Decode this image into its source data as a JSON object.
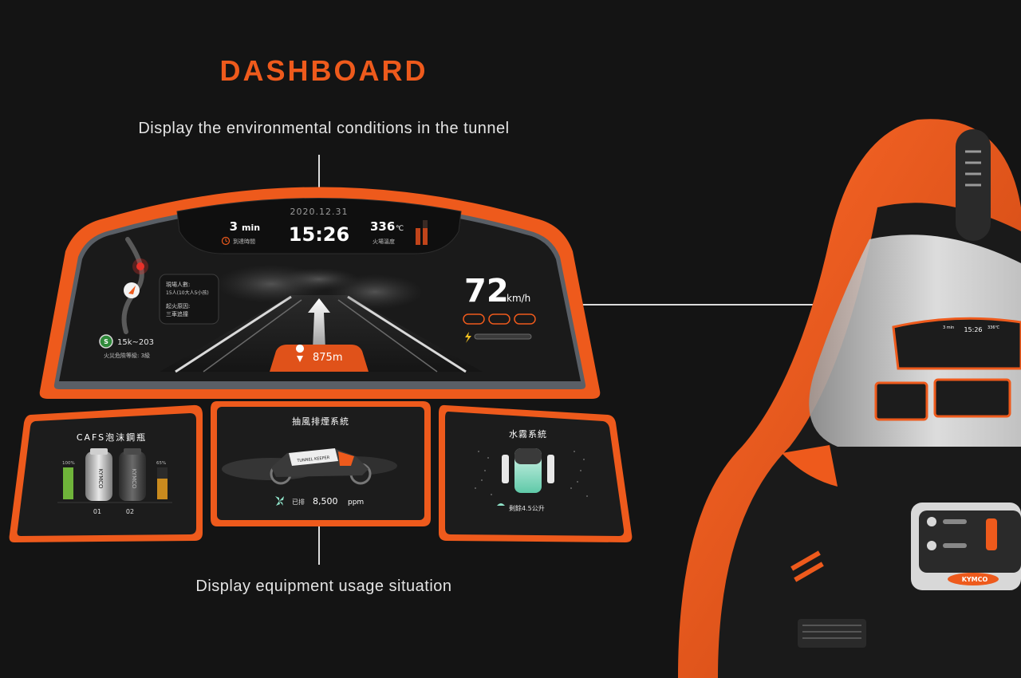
{
  "heading": "DASHBOARD",
  "callouts": {
    "top": "Display the environmental conditions in the tunnel",
    "bottom": "Display equipment usage situation"
  },
  "main_display": {
    "date": "2020.12.31",
    "time": "15:26",
    "eta_value": "3",
    "eta_unit": "min",
    "eta_label": "到達時間",
    "fire_temp_value": "336",
    "fire_temp_unit": "℃",
    "fire_temp_label": "火場溫度",
    "trapped_label": "現場人數:",
    "trapped_value": "15人(10大人5小孩)",
    "cause_label": "起火原因:",
    "cause_value": "三車追撞",
    "location": "15k~203",
    "location_badge": "S",
    "hazard_level": "火災危險等級: 3級",
    "distance": "875m",
    "speed_value": "72",
    "speed_unit": "km/h"
  },
  "panels": {
    "cafs": {
      "title": "CAFS泡沫鋼瓶",
      "left_level": "100%",
      "right_level": "65%",
      "bottle_brand": "KYMCO",
      "bottle_1": "01",
      "bottle_2": "02",
      "left_fill": 1.0,
      "right_fill": 0.65
    },
    "smoke": {
      "title": "抽風排煙系統",
      "vehicle_text": "TUNNEL KEEPER",
      "exhausted_label": "已排",
      "exhausted_value": "8,500",
      "exhausted_unit": "ppm"
    },
    "mist": {
      "title": "水霧系統",
      "remaining": "剩餘4.5公升"
    }
  },
  "vehicle": {
    "brand": "KYMCO",
    "mini_time": "15:26",
    "mini_eta": "3 min",
    "mini_temp": "336℃"
  },
  "colors": {
    "accent": "#ee5a1c",
    "background": "#141414",
    "screen": "#1d1d1d",
    "mint": "#8fe3c9",
    "gauge_green": "#6fb43a",
    "gauge_amber": "#c98a1e"
  }
}
